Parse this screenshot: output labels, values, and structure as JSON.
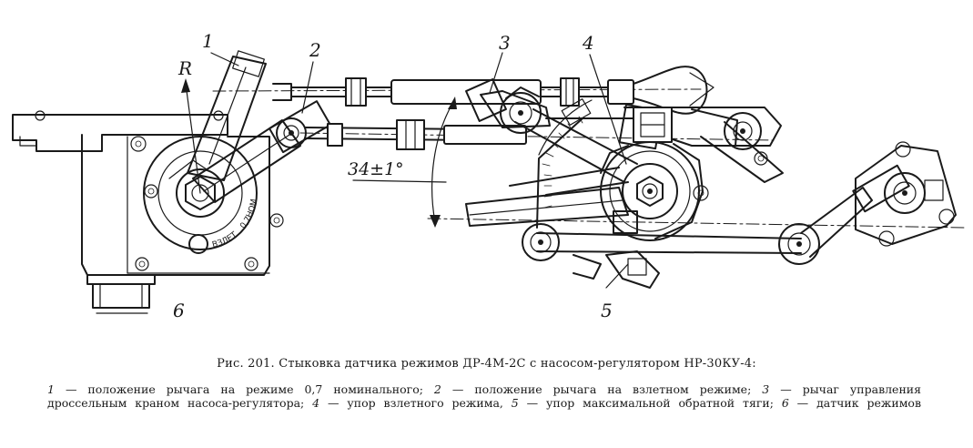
{
  "labels": {
    "l1": "1",
    "l2": "2",
    "l3": "3",
    "l4": "4",
    "l5": "5",
    "l6": "6",
    "radius": "R",
    "angle": "34±1°",
    "dial_takeoff": "ВЗЛЕТ",
    "dial_nominal": "0,7НОМ"
  },
  "caption": {
    "title": "Рис. 201. Стыковка датчика режимов ДР-4М-2С с насосом-регулятором НР-30КУ-4:",
    "line1": {
      "n1": "1",
      "t1": " — положение рычага на режиме 0,7 номинального; ",
      "n2": "2",
      "t2": " — положение рычага на взлетном режиме; ",
      "n3": "3",
      "t3": " — рычаг управления"
    },
    "line2": {
      "t3b": "дроссельным краном насоса-регулятора; ",
      "n4": "4",
      "t4": " — упор взлетного режима, ",
      "n5": "5",
      "t5": " — упор максимальной обратной тяги; ",
      "n6": "6",
      "t6": " — датчик режимов"
    }
  }
}
